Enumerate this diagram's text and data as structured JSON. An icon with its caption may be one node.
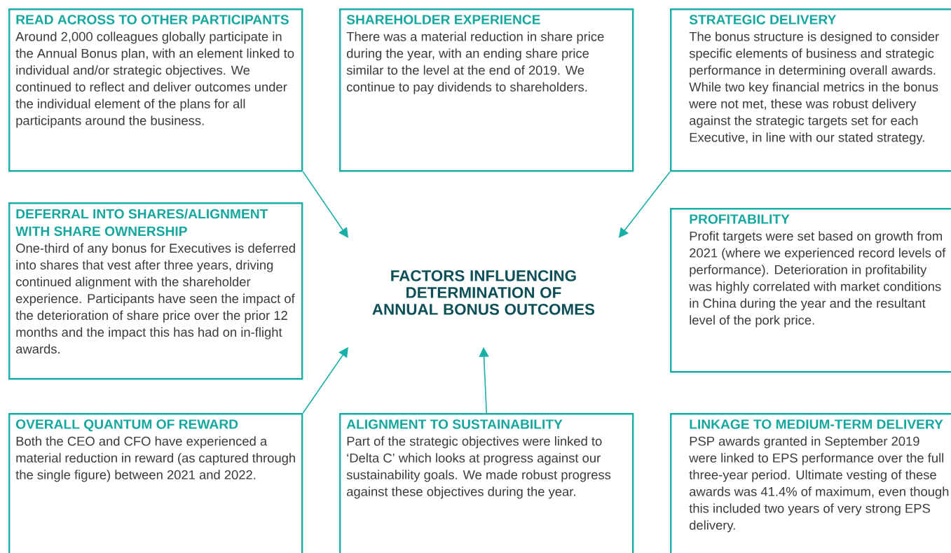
{
  "diagram": {
    "nodes": [
      {
        "text": [
          "READ ACROSS TO OTHER PARTICIPANTS",
          "Around 2,000 colleagues globally participate in the Annual Bonus plan, with an element linked to individual and/or strategic objectives. We continued to reflect and deliver outcomes under the individual element of the plans for all participants around the business."
        ]
      },
      {
        "text": [
          "SHAREHOLDER EXPERIENCE",
          "There was a material reduction in share price during the year, with an ending share price similar to the level at the end of 2019. We continue to pay dividends to shareholders."
        ]
      },
      {
        "text": [
          "STRATEGIC DELIVERY",
          "The bonus structure is designed to consider specific elements of business and strategic performance in determining overall awards. While two key financial metrics in the bonus were not met, these was robust delivery against the strategic targets set for each Executive, in line with our stated strategy."
        ]
      },
      {
        "text": [
          "DEFERRAL INTO SHARES/ALIGNMENT WITH SHARE OWNERSHIP",
          "One-third of any bonus for Executives is deferred into shares that vest after three years, driving continued alignment with the shareholder experience. Participants have seen the impact of the deterioration of share price over the prior 12 months and the impact this has had on in-flight awards."
        ]
      },
      {
        "text": [
          "FACTORS INFLUENCING DETERMINATION OF ANNUAL BONUS OUTCOMES"
        ]
      },
      {
        "text": [
          "PROFITABILITY",
          "Profit targets were set based on growth from 2021 (where we experienced record levels of performance). Deterioration in profitability was highly correlated with market conditions in China during the year and the resultant level of the pork price."
        ]
      },
      {
        "text": [
          "OVERALL QUANTUM OF REWARD",
          "Both the CEO and CFO have experienced a material reduction in reward (as captured through the single figure) between 2021 and 2022."
        ]
      },
      {
        "text": [
          "ALIGNMENT TO SUSTAINABILITY",
          "Part of the strategic objectives were linked to ‘Delta C’ which looks at progress against our sustainability goals. We made robust progress against these objectives during the year."
        ]
      },
      {
        "text": [
          "LINKAGE TO MEDIUM-TERM DELIVERY",
          "PSP awards granted in September 2019 were linked to EPS performance over the full three-year period. Ultimate vesting of these awards was 41.4% of maximum, even though this included two years of very strong EPS delivery."
        ]
      }
    ],
    "edges": [
      {
        "from": 0,
        "to": 4,
        "arrow": "to"
      },
      {
        "from": 2,
        "to": 4,
        "arrow": "to"
      },
      {
        "from": 6,
        "to": 4,
        "arrow": "to"
      },
      {
        "from": 7,
        "to": 4,
        "arrow": "to"
      }
    ]
  }
}
